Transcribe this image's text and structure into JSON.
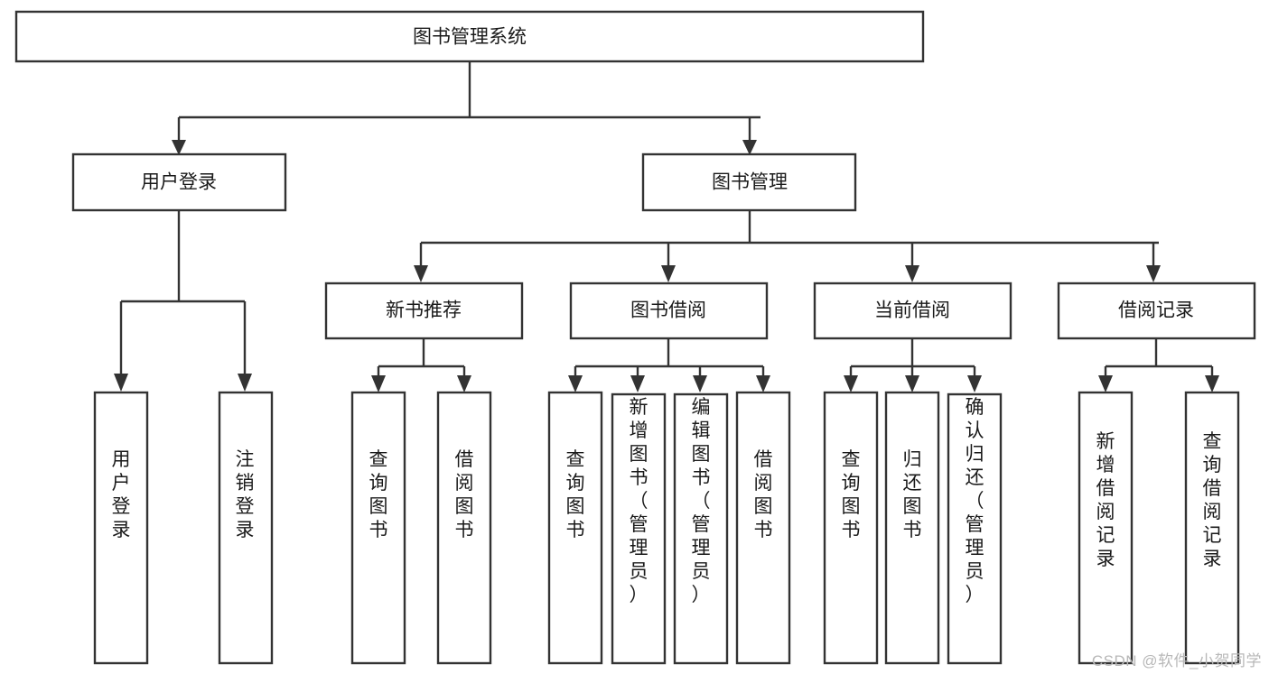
{
  "diagram": {
    "title": "图书管理系统",
    "type": "tree-hierarchy-chart",
    "watermark": "CSDN @软件_小贺同学",
    "colors": {
      "box_stroke": "#333333",
      "box_fill": "#ffffff",
      "text": "#1a1a1a",
      "connector": "#333333",
      "watermark": "#b8b8b8",
      "background": "#ffffff"
    },
    "root": {
      "label": "图书管理系统"
    },
    "level2": [
      {
        "label": "用户登录"
      },
      {
        "label": "图书管理"
      }
    ],
    "level3": [
      {
        "label": "新书推荐"
      },
      {
        "label": "图书借阅"
      },
      {
        "label": "当前借阅"
      },
      {
        "label": "借阅记录"
      }
    ],
    "leaves_user_login": [
      {
        "label": "用户登录"
      },
      {
        "label": "注销登录"
      }
    ],
    "leaves_new_book": [
      {
        "label": "查询图书"
      },
      {
        "label": "借阅图书"
      }
    ],
    "leaves_borrow": [
      {
        "label": "查询图书"
      },
      {
        "label": "新增图书（管理员）"
      },
      {
        "label": "编辑图书（管理员）"
      },
      {
        "label": "借阅图书"
      }
    ],
    "leaves_current": [
      {
        "label": "查询图书"
      },
      {
        "label": "归还图书"
      },
      {
        "label": "确认归还（管理员）"
      }
    ],
    "leaves_records": [
      {
        "label": "新增借阅记录"
      },
      {
        "label": "查询借阅记录"
      }
    ]
  }
}
